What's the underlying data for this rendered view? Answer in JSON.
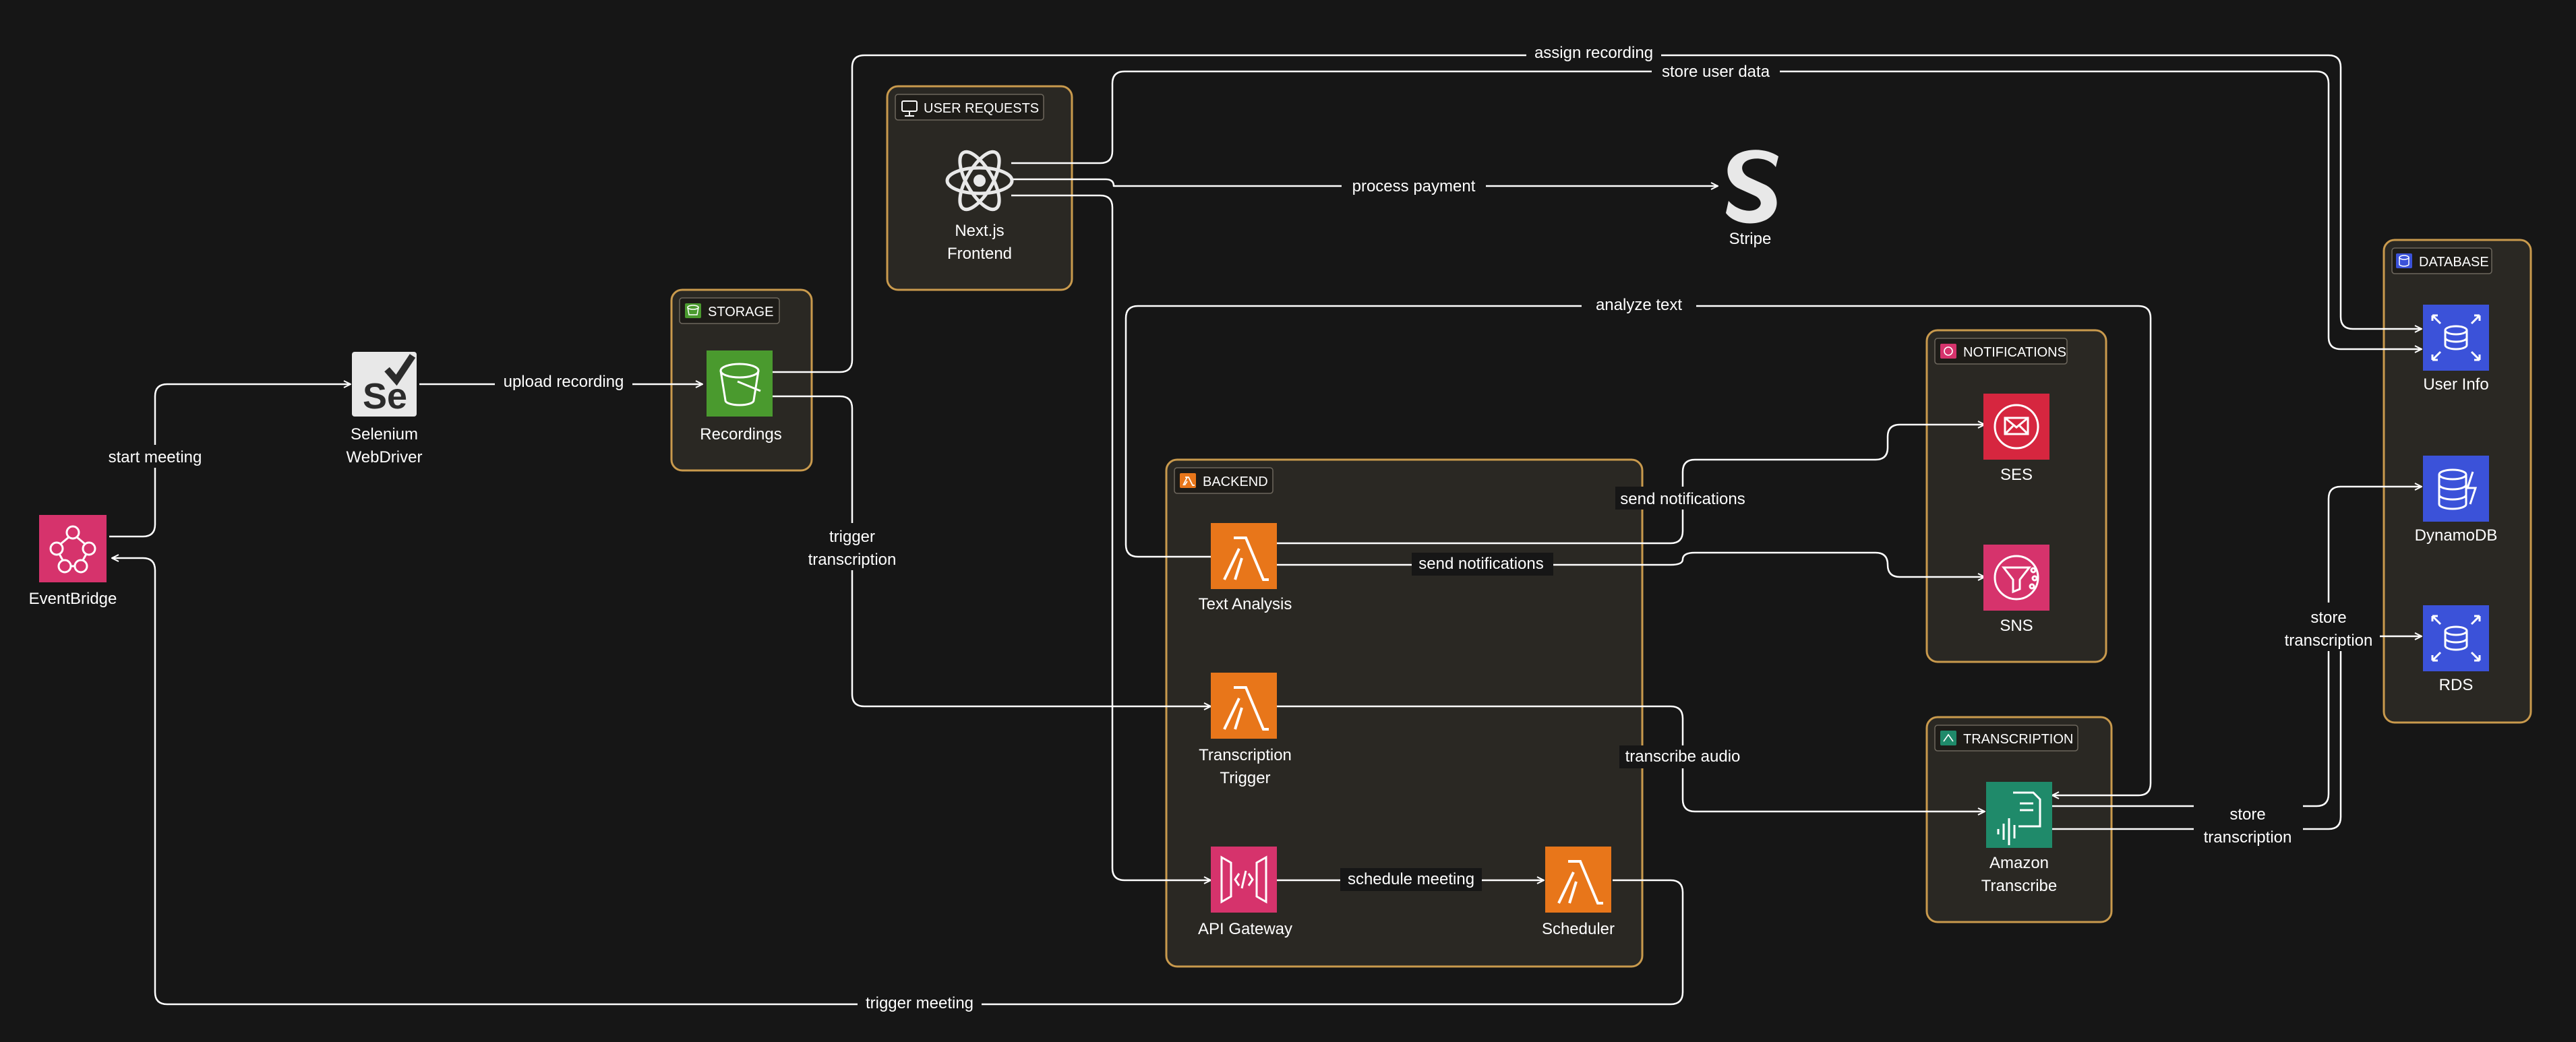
{
  "colors": {
    "background": "#161616",
    "group_fill": "#2a2823",
    "group_border": "#c99a4d",
    "edge": "#ffffff",
    "lambda": "#e8761a",
    "storage": "#4a9a2e",
    "integration": "#d6336c",
    "database": "#3b52d9",
    "ml": "#1f8a6a"
  },
  "groups": {
    "user_requests": {
      "label": "USER REQUESTS",
      "icon": "monitor-icon"
    },
    "storage": {
      "label": "STORAGE",
      "icon": "storage-icon"
    },
    "backend": {
      "label": "BACKEND",
      "icon": "lambda-icon"
    },
    "notifications": {
      "label": "NOTIFICATIONS",
      "icon": "notification-icon"
    },
    "transcription": {
      "label": "TRANSCRIPTION",
      "icon": "ml-icon"
    },
    "database": {
      "label": "DATABASE",
      "icon": "database-icon"
    }
  },
  "nodes": {
    "eventbridge": {
      "label": "EventBridge",
      "icon": "eventbridge-icon"
    },
    "selenium": {
      "label_line1": "Selenium",
      "label_line2": "WebDriver",
      "icon": "selenium-icon"
    },
    "recordings": {
      "label": "Recordings",
      "icon": "s3-bucket-icon"
    },
    "nextjs": {
      "label_line1": "Next.js",
      "label_line2": "Frontend",
      "icon": "react-icon"
    },
    "stripe": {
      "label": "Stripe",
      "icon": "stripe-icon"
    },
    "text_analysis": {
      "label": "Text Analysis",
      "icon": "lambda-icon"
    },
    "transcription_trigger": {
      "label_line1": "Transcription",
      "label_line2": "Trigger",
      "icon": "lambda-icon"
    },
    "api_gateway": {
      "label": "API Gateway",
      "icon": "api-gateway-icon"
    },
    "scheduler": {
      "label": "Scheduler",
      "icon": "lambda-icon"
    },
    "ses": {
      "label": "SES",
      "icon": "ses-icon"
    },
    "sns": {
      "label": "SNS",
      "icon": "sns-icon"
    },
    "transcribe": {
      "label_line1": "Amazon",
      "label_line2": "Transcribe",
      "icon": "transcribe-icon"
    },
    "user_info": {
      "label": "User Info",
      "icon": "database-icon"
    },
    "dynamodb": {
      "label": "DynamoDB",
      "icon": "dynamodb-icon"
    },
    "rds": {
      "label": "RDS",
      "icon": "database-icon"
    }
  },
  "edges": {
    "start_meeting": "start meeting",
    "upload_recording": "upload recording",
    "assign_recording": "assign recording",
    "store_user_data": "store user data",
    "process_payment": "process payment",
    "analyze_text": "analyze text",
    "trigger_transcription_line1": "trigger",
    "trigger_transcription_line2": "transcription",
    "send_notifications_ses": "send notifications",
    "send_notifications_sns": "send notifications",
    "transcribe_audio": "transcribe audio",
    "schedule_meeting": "schedule meeting",
    "trigger_meeting": "trigger meeting",
    "store_transcription_a_line1": "store",
    "store_transcription_a_line2": "transcription",
    "store_transcription_b_line1": "store",
    "store_transcription_b_line2": "transcription"
  }
}
